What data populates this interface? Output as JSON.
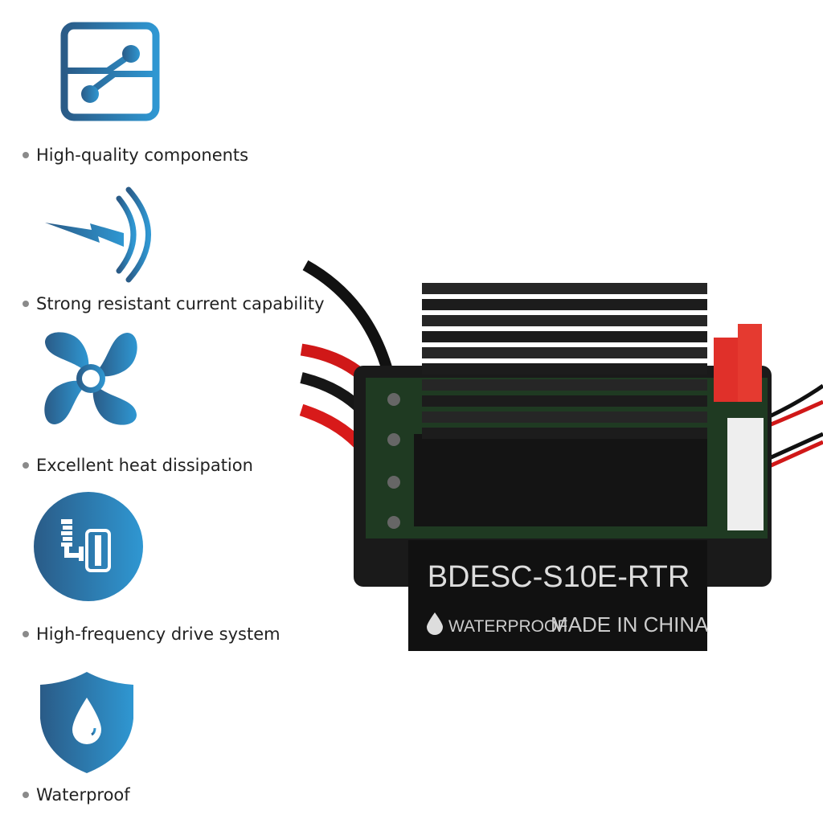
{
  "features": [
    {
      "label": "High-quality components",
      "icon": "circuit-icon"
    },
    {
      "label": "Strong resistant current capability",
      "icon": "lightning-signal-icon"
    },
    {
      "label": "Excellent heat dissipation",
      "icon": "fan-icon"
    },
    {
      "label": "High-frequency drive system",
      "icon": "suspension-tire-icon"
    },
    {
      "label": "Waterproof",
      "icon": "shield-water-drop-icon"
    }
  ],
  "product": {
    "model": "BDESC-S10E-RTR",
    "waterproof_label": "WATERPROOF",
    "origin_label": "MADE IN CHINA"
  },
  "colors": {
    "icon_gradient_start": "#2a5b87",
    "icon_gradient_end": "#2f97d2"
  }
}
